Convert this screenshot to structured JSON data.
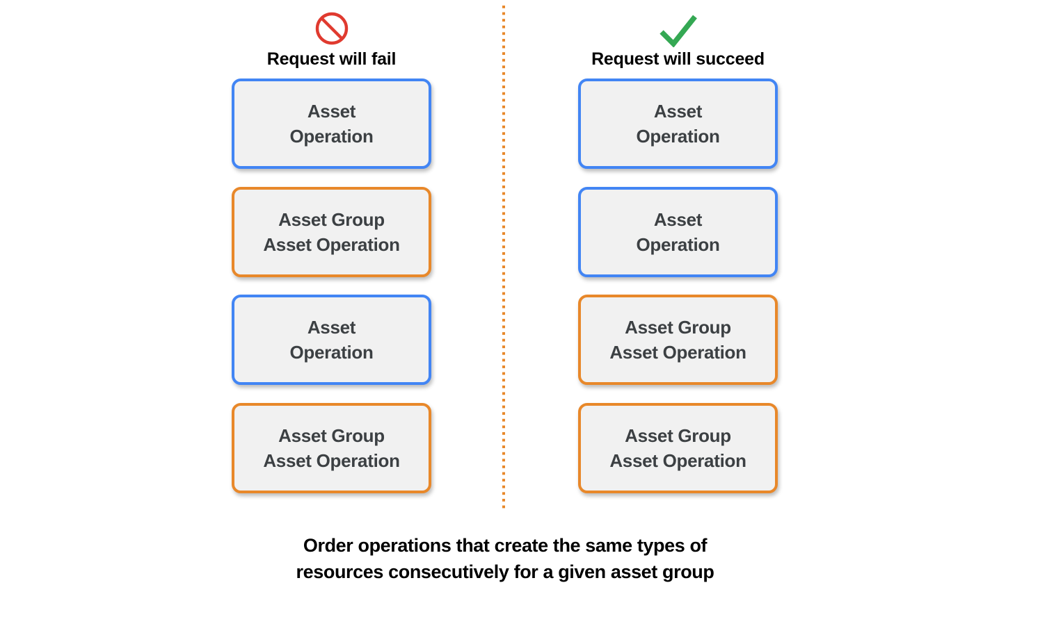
{
  "diagram": {
    "caption": "Order operations that create the same types of\nresources consecutively for a given asset group",
    "divider_color": "#e8882a",
    "colors": {
      "blue": "#4285f4",
      "orange": "#e8882a",
      "fail_icon": "#e03a2f",
      "success_icon": "#34a853",
      "box_fill": "#f1f1f1",
      "box_text": "#3c4043",
      "label_text": "#000000"
    },
    "columns": [
      {
        "id": "fail",
        "icon": "prohibition-icon",
        "label": "Request will fail",
        "boxes": [
          {
            "type": "blue",
            "text": "Asset\nOperation"
          },
          {
            "type": "orange",
            "text": "Asset Group\nAsset Operation"
          },
          {
            "type": "blue",
            "text": "Asset\nOperation"
          },
          {
            "type": "orange",
            "text": "Asset Group\nAsset Operation"
          }
        ]
      },
      {
        "id": "succeed",
        "icon": "checkmark-icon",
        "label": "Request will succeed",
        "boxes": [
          {
            "type": "blue",
            "text": "Asset\nOperation"
          },
          {
            "type": "blue",
            "text": "Asset\nOperation"
          },
          {
            "type": "orange",
            "text": "Asset Group\nAsset Operation"
          },
          {
            "type": "orange",
            "text": "Asset Group\nAsset Operation"
          }
        ]
      }
    ]
  }
}
